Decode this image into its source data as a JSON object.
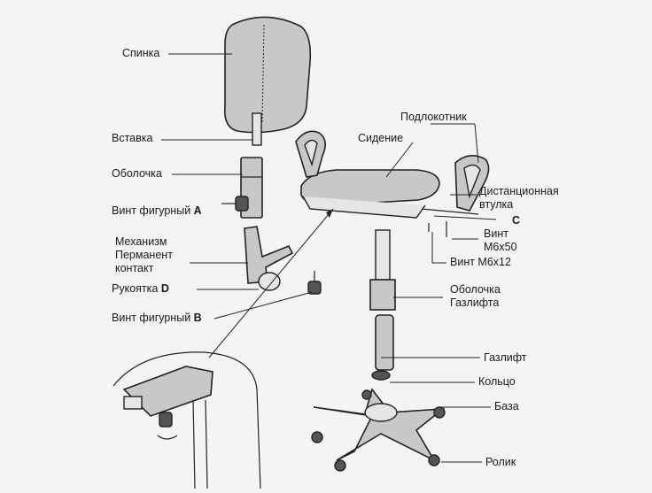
{
  "labels": {
    "backrest": "Спинка",
    "insert": "Вставка",
    "shell": "Оболочка",
    "screw_a_text": "Винт фигурный",
    "screw_a_letter": "A",
    "mechanism_l1": "Механизм",
    "mechanism_l2": "Перманент",
    "mechanism_l3": "контакт",
    "handle_text": "Рукоятка",
    "handle_letter": "D",
    "screw_b_text": "Винт фигурный",
    "screw_b_letter": "B",
    "armrest": "Подлокотник",
    "seat": "Сидение",
    "spacer_l1": "Дистанционная",
    "spacer_l2": "втулка",
    "c_letter": "C",
    "screw_m6x50_l1": "Винт",
    "screw_m6x50_l2": "M6x50",
    "screw_m6x12": "Винт M6x12",
    "gaslift_shell_l1": "Оболочка",
    "gaslift_shell_l2": "Газлифта",
    "gaslift": "Газлифт",
    "ring": "Кольцо",
    "base": "База",
    "caster": "Ролик"
  }
}
